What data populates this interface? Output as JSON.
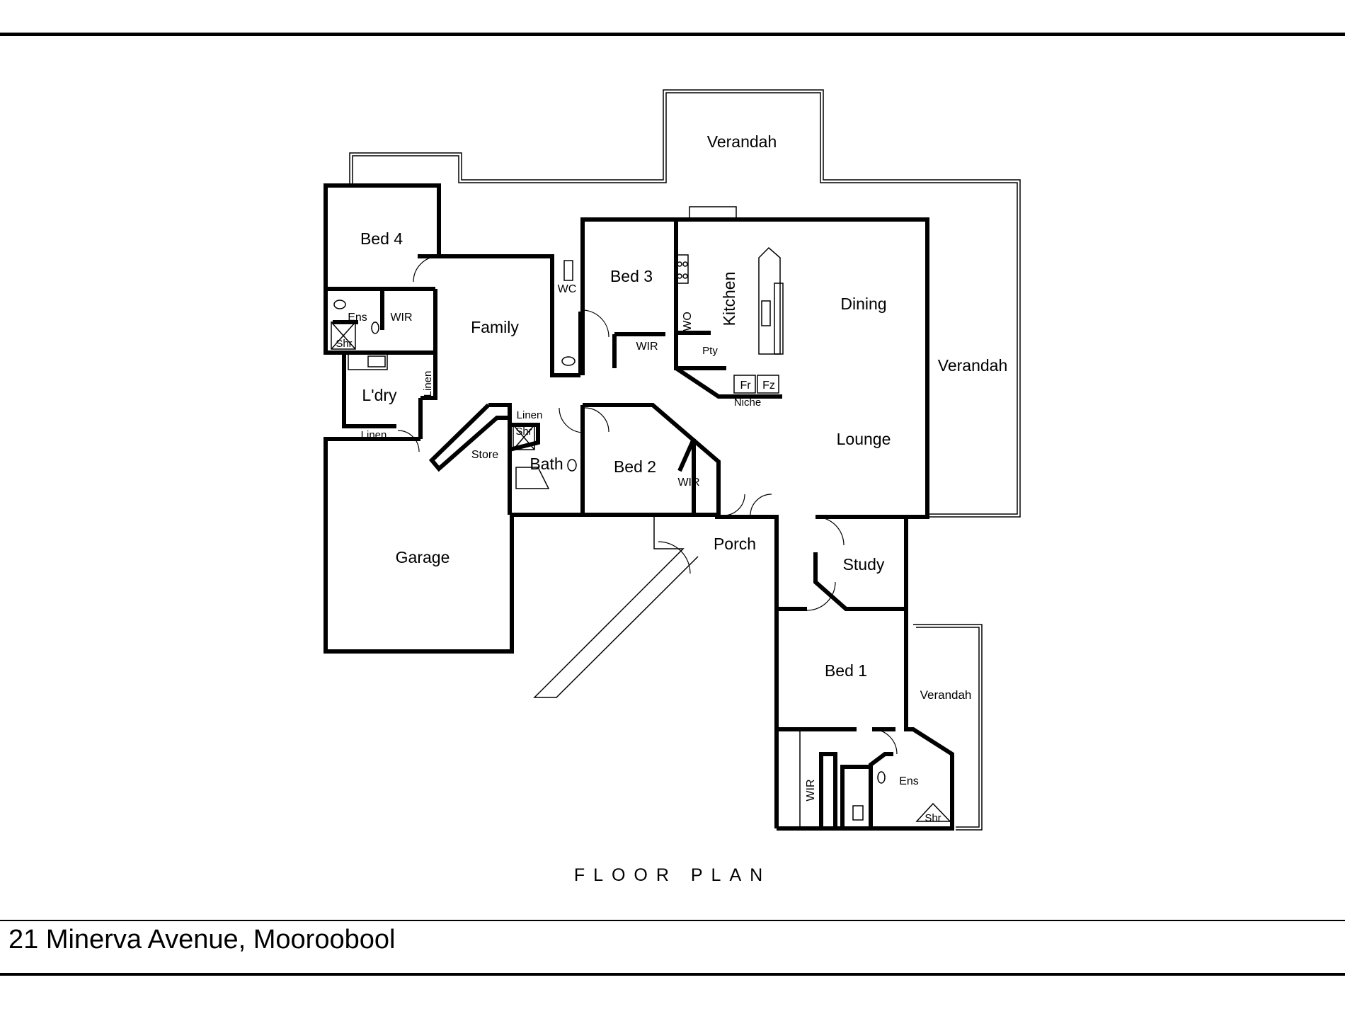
{
  "plan": {
    "caption": "FLOOR PLAN",
    "address": "21 Minerva Avenue, Mooroobool",
    "rooms": {
      "verandah_top": "Verandah",
      "verandah_right": "Verandah",
      "verandah_bed1": "Verandah",
      "bed4": "Bed 4",
      "ens_bed4": "Ens",
      "wir_bed4": "WIR",
      "shr_bed4": "Shr",
      "family": "Family",
      "wc": "WC",
      "bed3": "Bed 3",
      "wir_bed3": "WIR",
      "wo": "WO",
      "kitchen": "Kitchen",
      "pty": "Pty",
      "fr": "Fr",
      "fz": "Fz",
      "niche": "Niche",
      "dining": "Dining",
      "lounge": "Lounge",
      "laundry": "L'dry",
      "linen_laundry_side": "Linen",
      "linen_laundry_bottom": "Linen",
      "linen_bath": "Linen",
      "shr_bath": "Shr",
      "store": "Store",
      "bath": "Bath",
      "bed2": "Bed 2",
      "wir_bed2": "WIR",
      "garage": "Garage",
      "porch": "Porch",
      "study": "Study",
      "bed1": "Bed 1",
      "wir_bed1": "WIR",
      "ens_bed1": "Ens",
      "shr_bed1": "Shr"
    }
  }
}
